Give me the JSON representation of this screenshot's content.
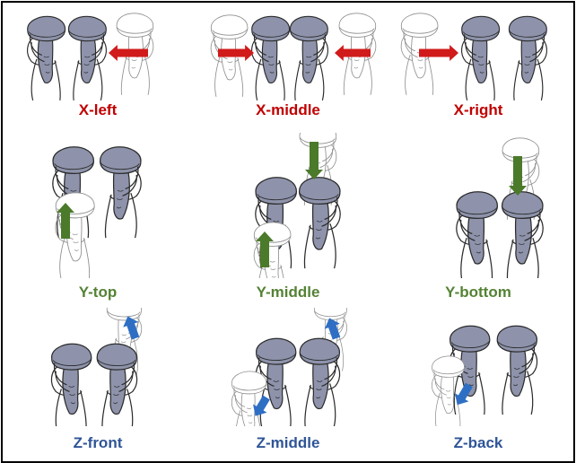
{
  "colors": {
    "x_axis": "#c00000",
    "y_axis": "#548235",
    "z_axis": "#2f5597",
    "controller_fill": "#8e93ab",
    "controller_stroke": "#2b2b2b",
    "ghost_stroke": "#8f8f8f",
    "arrow_x": "#d11a1a",
    "arrow_y": "#4b7a2b",
    "arrow_z": "#2e6fc4"
  },
  "panels": [
    {
      "label": "X-left",
      "axis": "x",
      "variant": "left"
    },
    {
      "label": "X-middle",
      "axis": "x",
      "variant": "middle"
    },
    {
      "label": "X-right",
      "axis": "x",
      "variant": "right"
    },
    {
      "label": "Y-top",
      "axis": "y",
      "variant": "top"
    },
    {
      "label": "Y-middle",
      "axis": "y",
      "variant": "middle"
    },
    {
      "label": "Y-bottom",
      "axis": "y",
      "variant": "bottom"
    },
    {
      "label": "Z-front",
      "axis": "z",
      "variant": "front"
    },
    {
      "label": "Z-middle",
      "axis": "z",
      "variant": "middle"
    },
    {
      "label": "Z-back",
      "axis": "z",
      "variant": "back"
    }
  ]
}
